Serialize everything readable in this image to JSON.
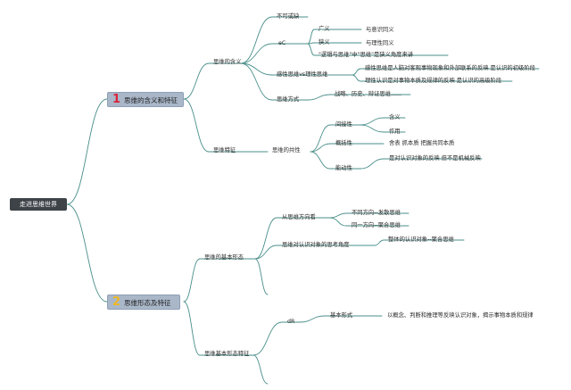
{
  "root": {
    "label": "走进思维世界"
  },
  "cat1": {
    "num": "1",
    "label": "思维的含义和特征"
  },
  "cat2": {
    "num": "2",
    "label": "思维形态及特征"
  },
  "nodes": {
    "meaning": "思维的含义",
    "indispensable": "不可或缺",
    "ec": "eC",
    "broad": "广义",
    "broad_desc": "与意识同义",
    "narrow": "狭义",
    "narrow_desc": "与理性同义",
    "logic_note": "\"逻辑与思维\"中\"思维\"是狭义角度来讲",
    "perceptual_rational": "感性思维vs理性思维",
    "perceptual_desc": "感性思维是人脑对客观事物现象和外部联系的反映 是认识的初级阶段",
    "rational_desc": "理性认识是对事物本质及规律的反映 是认识的高级阶段",
    "modes": "思维方式",
    "modes_desc": "战略、历史、辩证思维......",
    "features": "思维特征",
    "commonality": "思维的共性",
    "indirect": "间接性",
    "meaning_item": "含义",
    "function_item": "作用",
    "generality": "概括性",
    "generality_desc": "舍表 抓本质 把握共同本质",
    "activity": "能动性",
    "activity_desc": "是对认识对象的反映 但不是机械反映",
    "basic_forms": "思维的基本形态",
    "direction": "从思维方向看",
    "divergent": "不同方向--发散思维",
    "convergent": "同一方向--聚合思维",
    "object_angle": "思维对认识对象的思考角度",
    "holistic": "整体的认识对象--聚合思维",
    "form_features": "思维基本形态特征",
    "dr": "dR",
    "basic_form": "基本形式",
    "basic_form_desc": "以概念、判断和推理等反映认识对象，揭示事物本质和规律"
  }
}
